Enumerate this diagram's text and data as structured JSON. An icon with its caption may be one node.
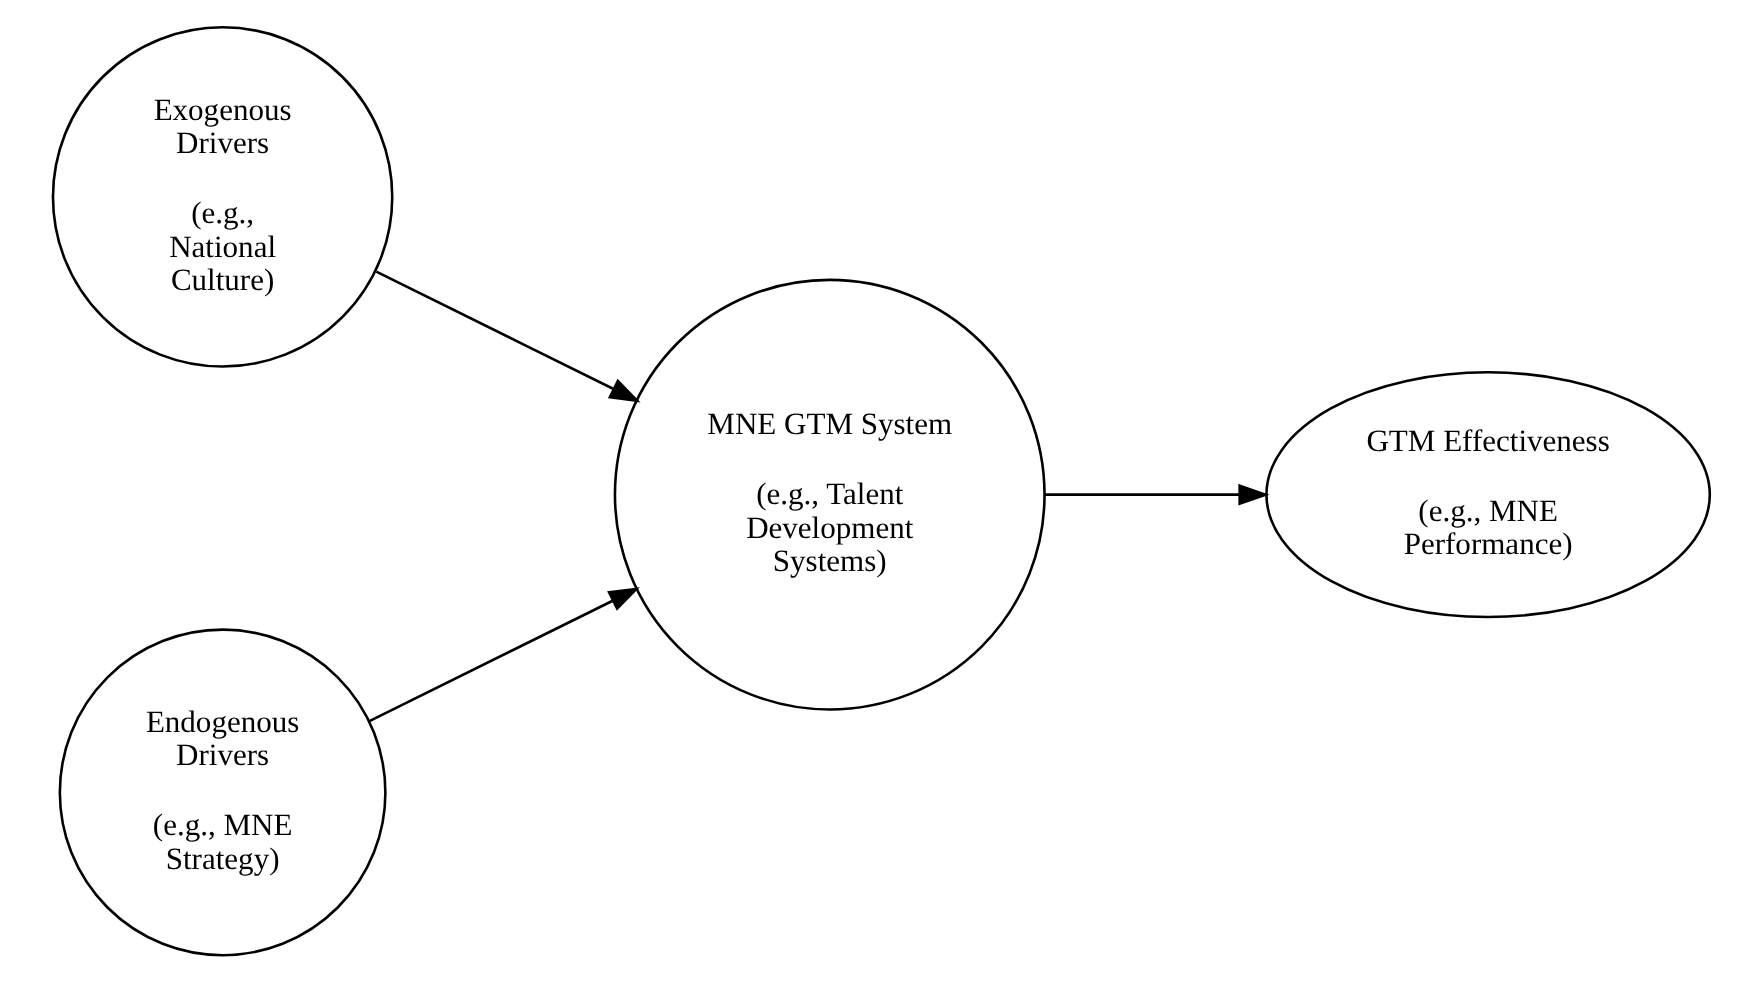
{
  "diagram": {
    "nodes": [
      {
        "text": [
          "Exogenous Drivers",
          "(e.g., National Culture)"
        ]
      },
      {
        "text": [
          "Endogenous Drivers",
          "(e.g., MNE Strategy)"
        ]
      },
      {
        "text": [
          "MNE GTM System",
          "(e.g., Talent Development Systems)"
        ]
      },
      {
        "text": [
          "GTM Effectiveness",
          "(e.g., MNE Performance)"
        ]
      }
    ],
    "edges": [
      {
        "from": 0,
        "to": 2,
        "arrow": "to"
      },
      {
        "from": 1,
        "to": 2,
        "arrow": "to"
      },
      {
        "from": 2,
        "to": 3,
        "arrow": "to"
      }
    ]
  }
}
